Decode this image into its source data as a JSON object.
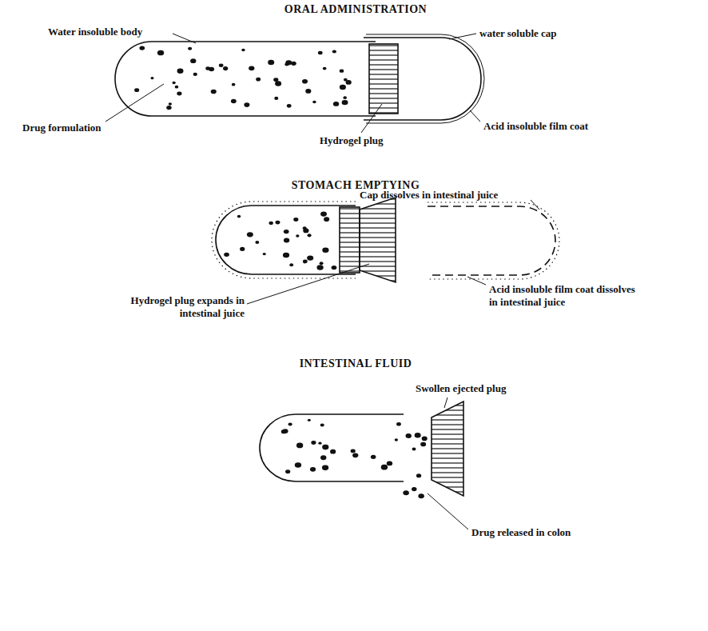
{
  "diagram": {
    "labels": [
      "ORAL ADMINISTRATION",
      "Water insoluble body",
      "water soluble cap",
      "Drug formulation",
      "Hydrogel plug",
      "Acid insoluble film coat",
      "STOMACH EMPTYING",
      "Cap dissolves in intestinal juice",
      "Hydrogel plug expands in intestinal juice",
      "Acid insoluble film coat dissolves in intestinal juice",
      "INTESTINAL FLUID",
      "Swollen ejected plug",
      "Drug released in colon"
    ]
  }
}
